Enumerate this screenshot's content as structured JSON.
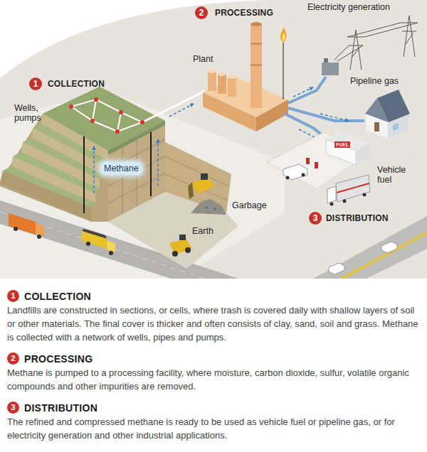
{
  "diagram": {
    "nodes": [
      {
        "text": [
          "2"
        ]
      },
      {
        "text": [
          "1"
        ]
      },
      {
        "text": [
          "3"
        ]
      },
      {
        "text": [
          "1"
        ]
      },
      {
        "text": [
          "2"
        ]
      },
      {
        "text": [
          "3"
        ]
      }
    ],
    "labels": [
      "PROCESSING",
      "Electricity generation",
      "Plant",
      "COLLECTION",
      "Pipeline gas",
      "Wells, pumps",
      "FUEL",
      "Methane",
      "Vehicle fuel",
      "Garbage",
      "DISTRIBUTION",
      "Earth",
      "COLLECTION",
      "Landfills are constructed in sections, or cells, where trash is covered daily with shallow layers of soil or other materials. The final cover is thicker and often consists of clay, sand, soil and grass. Methane is collected with a network of wells, pipes and pumps.",
      "PROCESSING",
      "Methane is pumped to a processing facility, where moisture, carbon dioxide, sulfur, volatile organic compounds and other impurities are removed.",
      "DISTRIBUTION",
      "The refined and compressed methane is ready to be used as vehicle fuel or pipeline gas, or for electricity generation and other industrial applications."
    ]
  }
}
